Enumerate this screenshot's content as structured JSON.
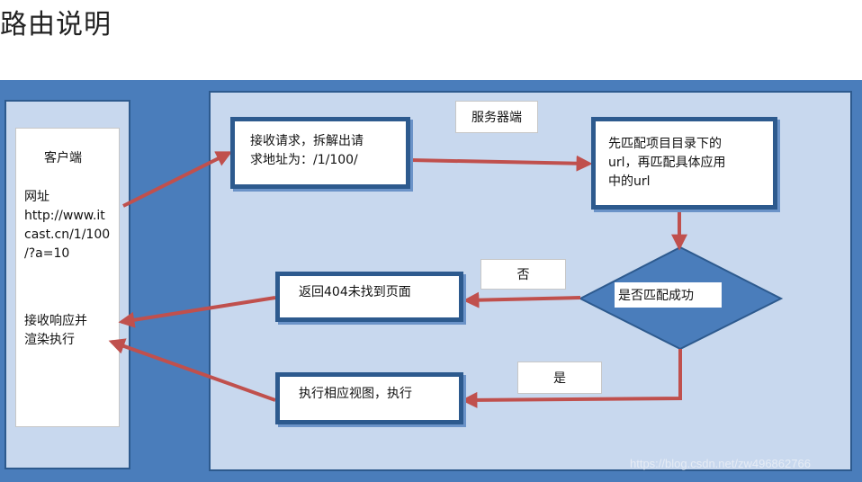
{
  "page": {
    "title": "路由说明"
  },
  "client": {
    "title": "客户端",
    "url_text": "网址\nhttp://www.it\ncast.cn/1/100\n/?a=10",
    "render_text": "接收响应并\n渲染执行"
  },
  "server": {
    "title": "服务器端",
    "receive_text": "接收请求，拆解出请\n求地址为：/1/100/",
    "match_text": "先匹配项目目录下的\nurl，再匹配具体应用\n中的url",
    "decision_text": "是否匹配成功",
    "no_label": "否",
    "yes_label": "是",
    "not_found_text": "返回404未找到页面",
    "exec_text": "执行相应视图，执行"
  },
  "watermark": "https://blog.csdn.net/zw496862766",
  "colors": {
    "canvas_blue": "#4a7dbb",
    "panel_fill": "#c8d8ee",
    "box_border": "#2d5a8e",
    "arrow_red": "#c0504d"
  }
}
